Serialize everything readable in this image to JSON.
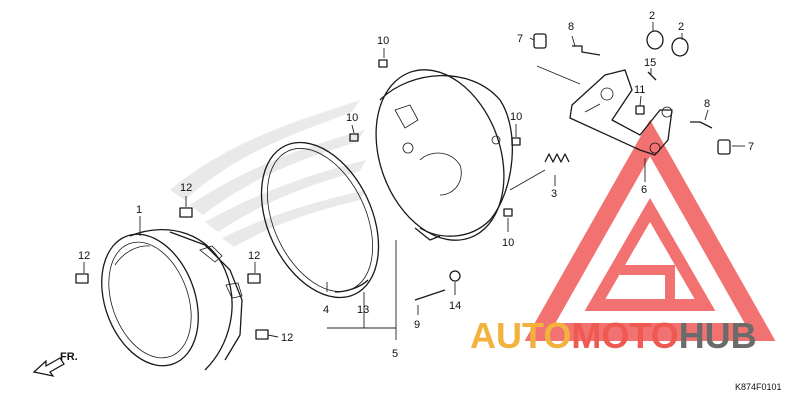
{
  "diagram": {
    "callouts": {
      "c1": "1",
      "c2a": "2",
      "c2b": "2",
      "c3": "3",
      "c4": "4",
      "c5": "5",
      "c6": "6",
      "c7a": "7",
      "c7b": "7",
      "c8a": "8",
      "c8b": "8",
      "c9": "9",
      "c10a": "10",
      "c10b": "10",
      "c10c": "10",
      "c10d": "10",
      "c11": "11",
      "c12a": "12",
      "c12b": "12",
      "c12c": "12",
      "c12d": "12",
      "c13": "13",
      "c14": "14",
      "c15": "15"
    },
    "front_label": "FR.",
    "diagram_code": "K874F0101"
  },
  "watermark": {
    "logo_words": [
      "AUTO",
      "MOTO",
      "HUB"
    ],
    "colors": {
      "auto": "#f3b23e",
      "moto": "#ee5a52",
      "hub": "#6b6b6b",
      "triangle": "#ef4f4f"
    }
  }
}
